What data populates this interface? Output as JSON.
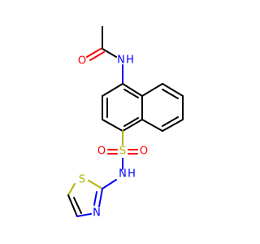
{
  "molecule": {
    "atoms": {
      "o_acetyl": "O",
      "nh_amide": "N",
      "h_amide": "H",
      "s_sulfonyl": "S",
      "o_sulfonyl_left": "O",
      "o_sulfonyl_right": "O",
      "nh_sulfonamide": "N",
      "h_sulfonamide": "H",
      "s_thiazole": "S",
      "n_thiazole": "N"
    },
    "colors": {
      "carbon_bond": "#000000",
      "oxygen": "#ff0000",
      "nitrogen": "#0000ff",
      "sulfur": "#b3b300",
      "background": "#ffffff"
    }
  }
}
